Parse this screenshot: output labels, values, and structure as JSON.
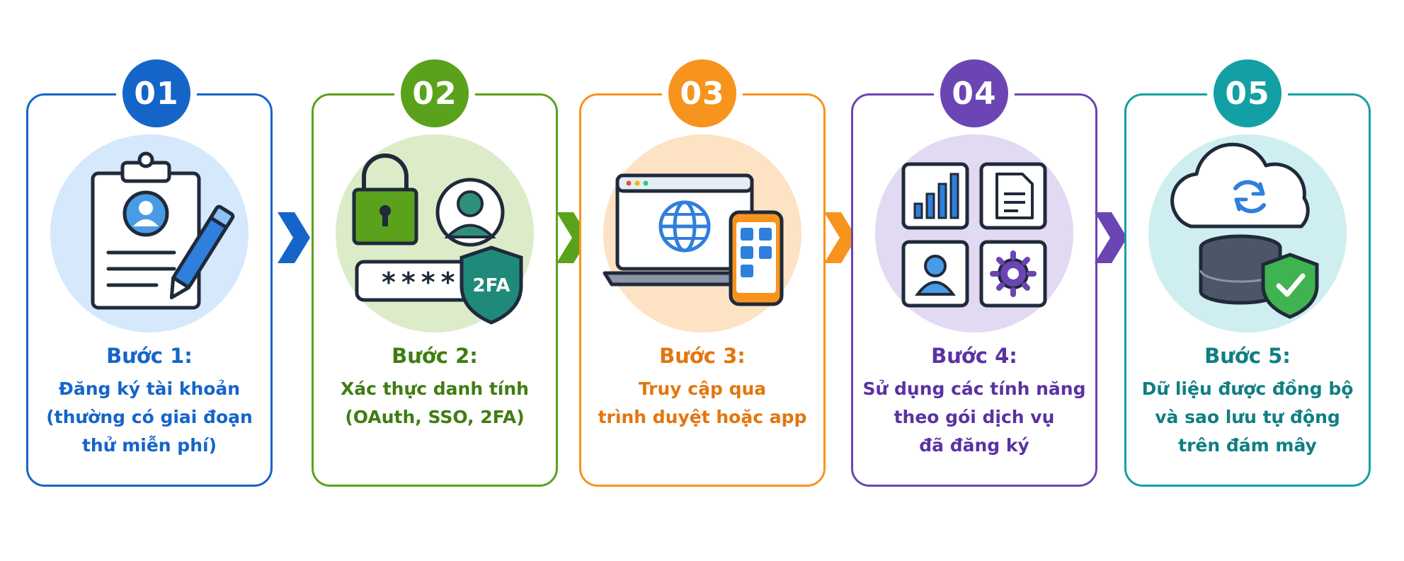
{
  "colors": {
    "blue": "#1565c9",
    "green": "#5aa21b",
    "orange": "#f7941d",
    "purple": "#6b45b3",
    "teal": "#13a0a4"
  },
  "steps": [
    {
      "number": "01",
      "title": "Bước 1:",
      "lines": [
        "Đăng ký tài khoản",
        "(thường có giai đoạn",
        "thử miễn phí)"
      ],
      "icon": "clipboard-pen-icon"
    },
    {
      "number": "02",
      "title": "Bước 2:",
      "lines": [
        "Xác thực danh tính",
        "(OAuth, SSO, 2FA)"
      ],
      "icon": "lock-user-2fa-icon",
      "password_mask": "****",
      "shield_label": "2FA"
    },
    {
      "number": "03",
      "title": "Bước 3:",
      "lines": [
        "Truy cập qua",
        "trình duyệt hoặc app"
      ],
      "icon": "laptop-phone-icon"
    },
    {
      "number": "04",
      "title": "Bước 4:",
      "lines": [
        "Sử dụng các tính năng",
        "theo gói dịch vụ",
        "đã đăng ký"
      ],
      "icon": "feature-grid-icon"
    },
    {
      "number": "05",
      "title": "Bước 5:",
      "lines": [
        "Dữ liệu được đồng bộ",
        "và sao lưu tự động",
        "trên đám mây"
      ],
      "icon": "cloud-database-icon"
    }
  ]
}
